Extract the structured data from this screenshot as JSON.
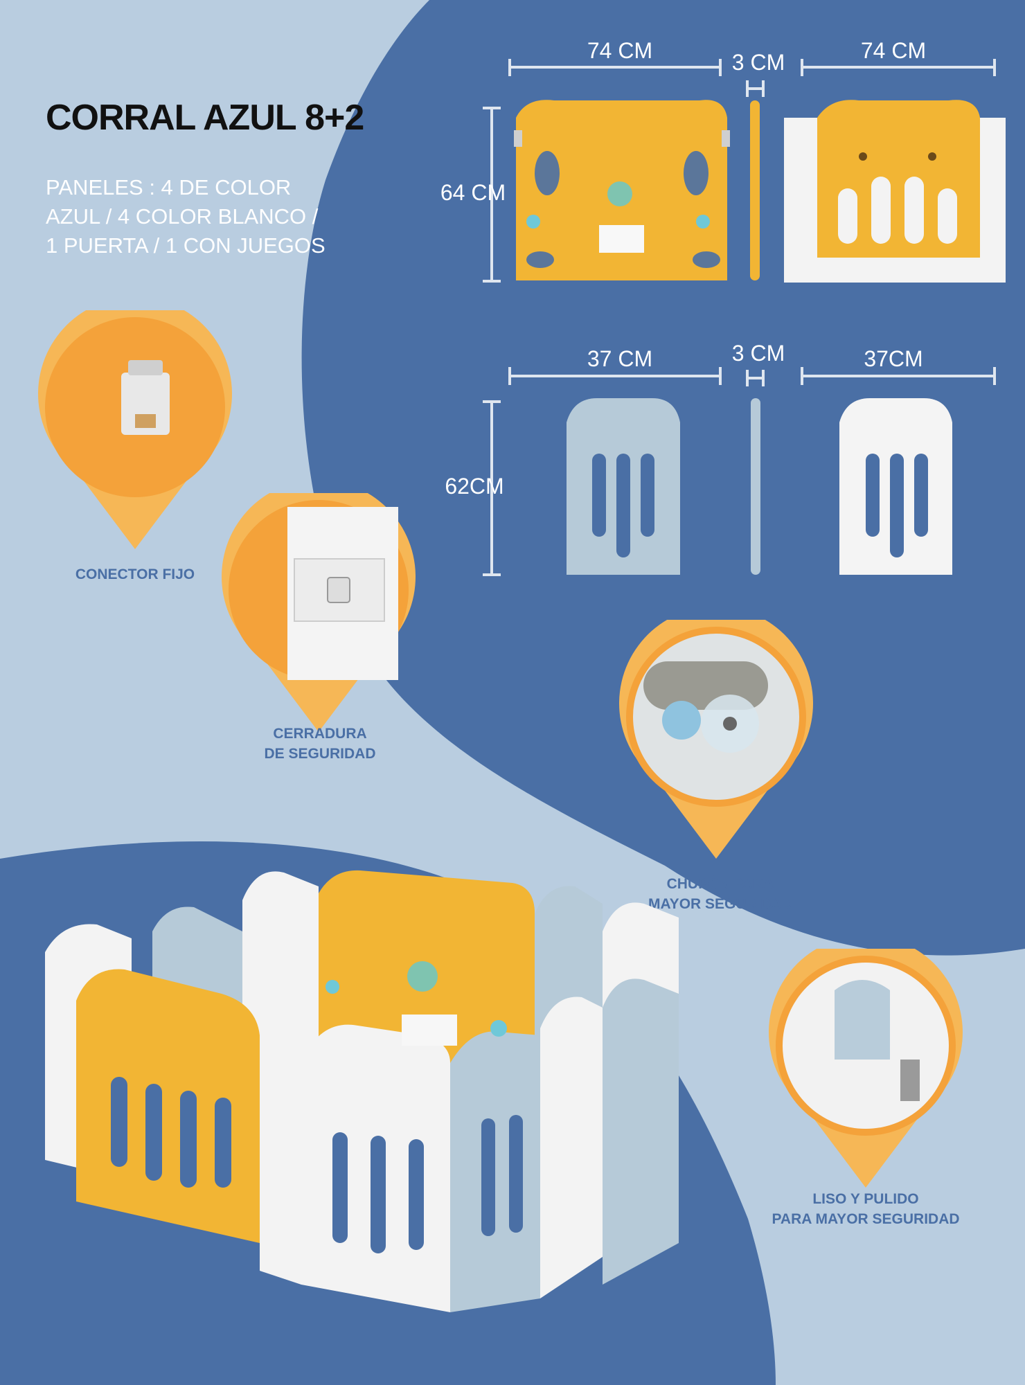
{
  "title": "CORRAL AZUL 8+2",
  "panels_lines": [
    "PANELES : 4 DE COLOR",
    "AZUL / 4 COLOR BLANCO /",
    "1 PUERTA / 1 CON JUEGOS"
  ],
  "dimensions": {
    "top_width_left": "74 CM",
    "top_gap": "3 CM",
    "top_width_right": "74 CM",
    "top_height": "64 CM",
    "bottom_width_left": "37 CM",
    "bottom_gap": "3 CM",
    "bottom_width_right": "37CM",
    "bottom_height": "62CM"
  },
  "callouts": {
    "connector": "CONECTOR FIJO",
    "lock_line1": "CERRADURA",
    "lock_line2": "DE SEGURIDAD",
    "suction_line1": "CHUPÓN PARA",
    "suction_line2": "MAYOR SEGURIDAD",
    "smooth_line1": "LISO Y PULIDO",
    "smooth_line2": "PARA MAYOR SEGURIDAD"
  },
  "colors": {
    "light_blue_bg": "#b9cde0",
    "dark_blue_bg": "#4a6fa5",
    "orange_pin": "#f6b756",
    "yellow_panel": "#f2b534",
    "blue_panel": "#b6cad8",
    "white_panel": "#f4f4f4"
  }
}
